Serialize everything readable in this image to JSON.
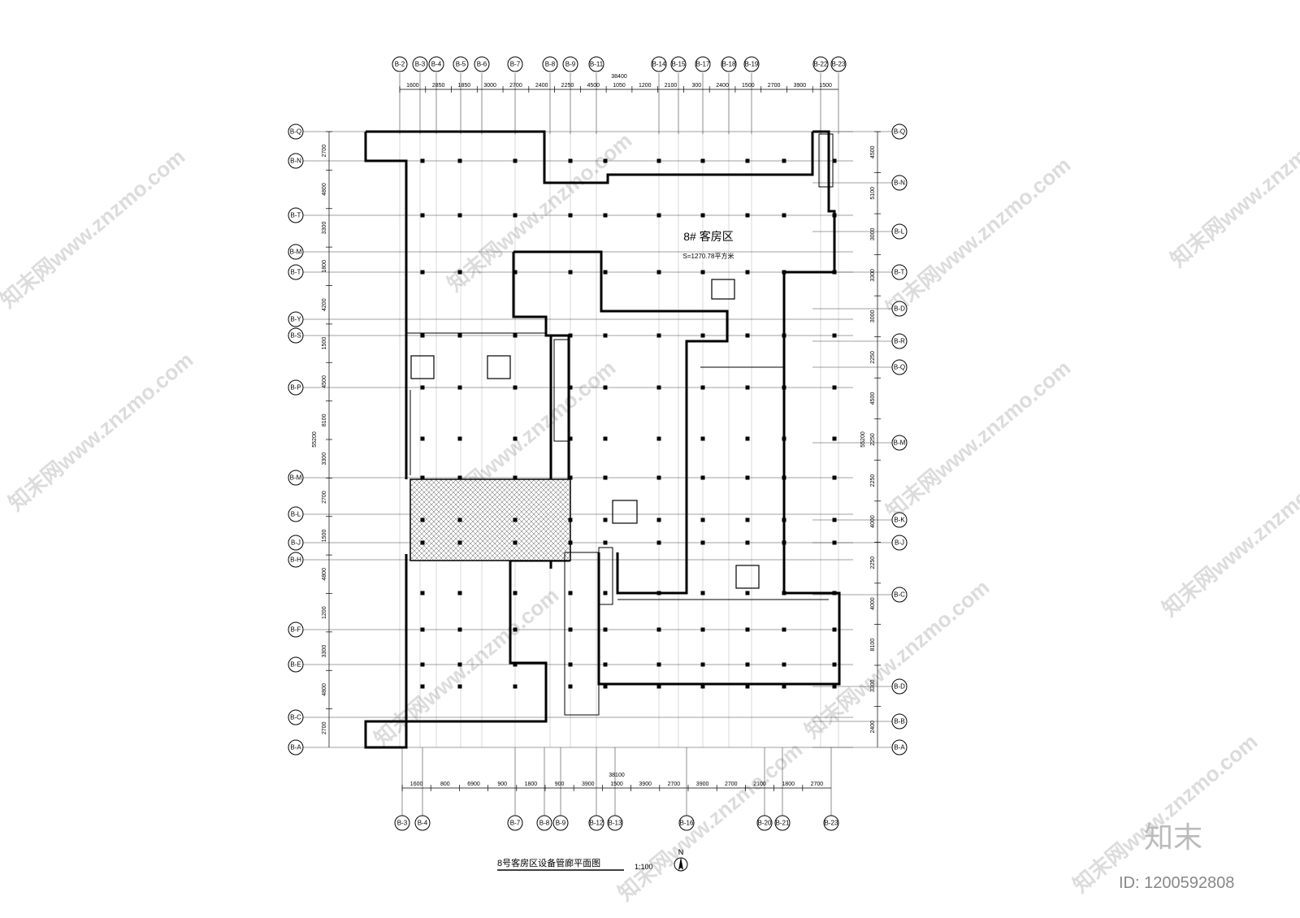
{
  "drawing": {
    "title": "8号客房区设备管廊平面图",
    "scale": "1:100",
    "north": "N"
  },
  "room": {
    "name": "8#  客房区",
    "area": "S=1270.78平方米"
  },
  "top_axes": [
    "B-2",
    "B-3",
    "B-4",
    "B-5",
    "B-6",
    "B-7",
    "B-8",
    "B-9",
    "B-11",
    "B-14",
    "B-15",
    "B-17",
    "B-18",
    "B-19",
    "B-22",
    "B-23"
  ],
  "top_dims": [
    "1600",
    "2850",
    "1850",
    "3000",
    "2700",
    "2400",
    "2250",
    "4500",
    "1050",
    "1200",
    "2100",
    "300",
    "2400",
    "1500",
    "2700",
    "3900",
    "1500"
  ],
  "top_total": "38400",
  "bottom_axes": [
    "B-3",
    "B-4",
    "B-7",
    "B-8",
    "B-9",
    "B-12",
    "B-13",
    "B-16",
    "B-20",
    "B-21",
    "B-23"
  ],
  "bottom_dims": [
    "1600",
    "800",
    "6900",
    "900",
    "1800",
    "900",
    "3900",
    "1500",
    "3900",
    "2700",
    "3900",
    "2700",
    "2100",
    "1800",
    "2700"
  ],
  "bottom_total": "38100",
  "left_axes": [
    "B-Q",
    "B-N",
    "B-T",
    "B-M",
    "B-T",
    "B-Y",
    "B-S",
    "B-P",
    "B-M",
    "B-L",
    "B-J",
    "B-H",
    "B-F",
    "B-E",
    "B-C",
    "B-A"
  ],
  "left_dims": [
    "2700",
    "4800",
    "3300",
    "1800",
    "4200",
    "1500",
    "4500",
    "8100",
    "3300",
    "2700",
    "1500",
    "4800",
    "1200",
    "3300",
    "4800",
    "2700"
  ],
  "left_total": "55200",
  "right_axes": [
    "B-Q",
    "B-N",
    "B-L",
    "B-T",
    "B-D",
    "B-R",
    "B-Q",
    "B-M",
    "B-K",
    "B-J",
    "B-C",
    "B-D",
    "B-B",
    "B-A"
  ],
  "right_dims": [
    "4500",
    "5100",
    "3000",
    "3300",
    "3000",
    "2250",
    "4500",
    "2250",
    "2250",
    "4000",
    "2250",
    "4000",
    "8100",
    "3300",
    "2400"
  ],
  "right_total": "55200",
  "watermark": "知末网www.znzmo.com",
  "brand": {
    "logo": "知末",
    "id": "ID: 1200592808"
  }
}
